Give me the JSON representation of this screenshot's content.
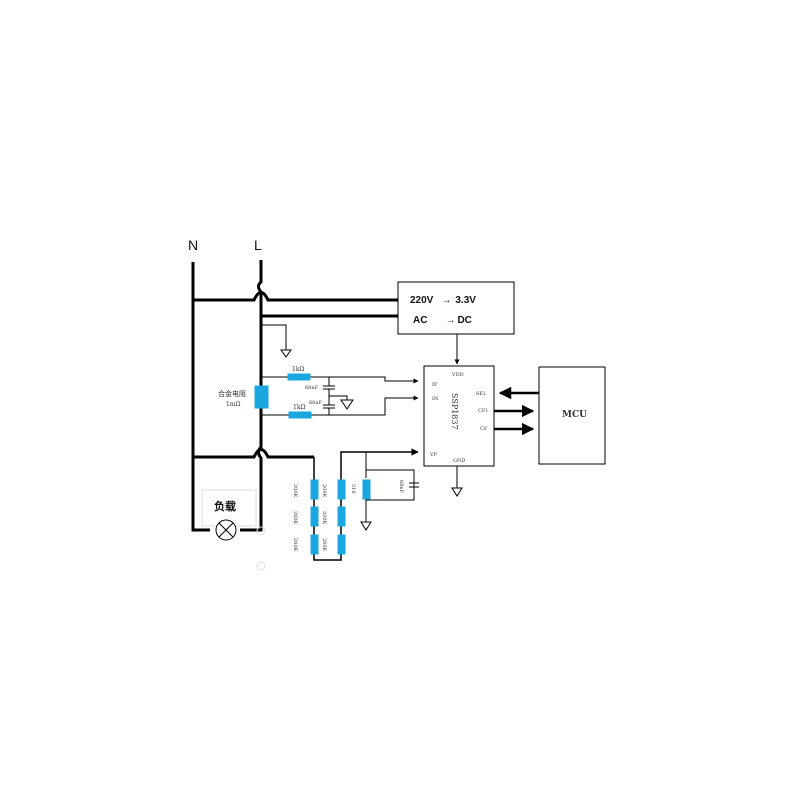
{
  "terminals": {
    "neutral": "N",
    "live": "L"
  },
  "converter": {
    "line1_from": "220V",
    "line1_to": "3.3V",
    "line2_from": "AC",
    "line2_to": "DC",
    "arrow": "→"
  },
  "shunt": {
    "name": "合金电阻",
    "value": "1mΩ"
  },
  "resistors": {
    "r_top": "1kΩ",
    "r_bottom": "1kΩ",
    "divider": [
      "200K",
      "200K",
      "200K",
      "200K",
      "200K",
      "200K"
    ],
    "r_sense": "510"
  },
  "capacitors": {
    "c1": "68nF",
    "c2": "68nF",
    "c3": "68nF"
  },
  "chip": {
    "name": "SSP1837",
    "pins": {
      "vdd": "VDD",
      "ip": "IP",
      "in": "IN",
      "vp": "VP",
      "gnd": "GND",
      "sel": "SEL",
      "cf1": "CF1",
      "cf": "CF"
    }
  },
  "mcu": {
    "label": "MCU"
  },
  "load": {
    "label": "负载"
  },
  "colors": {
    "resistor": "#1aa7e0",
    "wire": "#000000"
  }
}
